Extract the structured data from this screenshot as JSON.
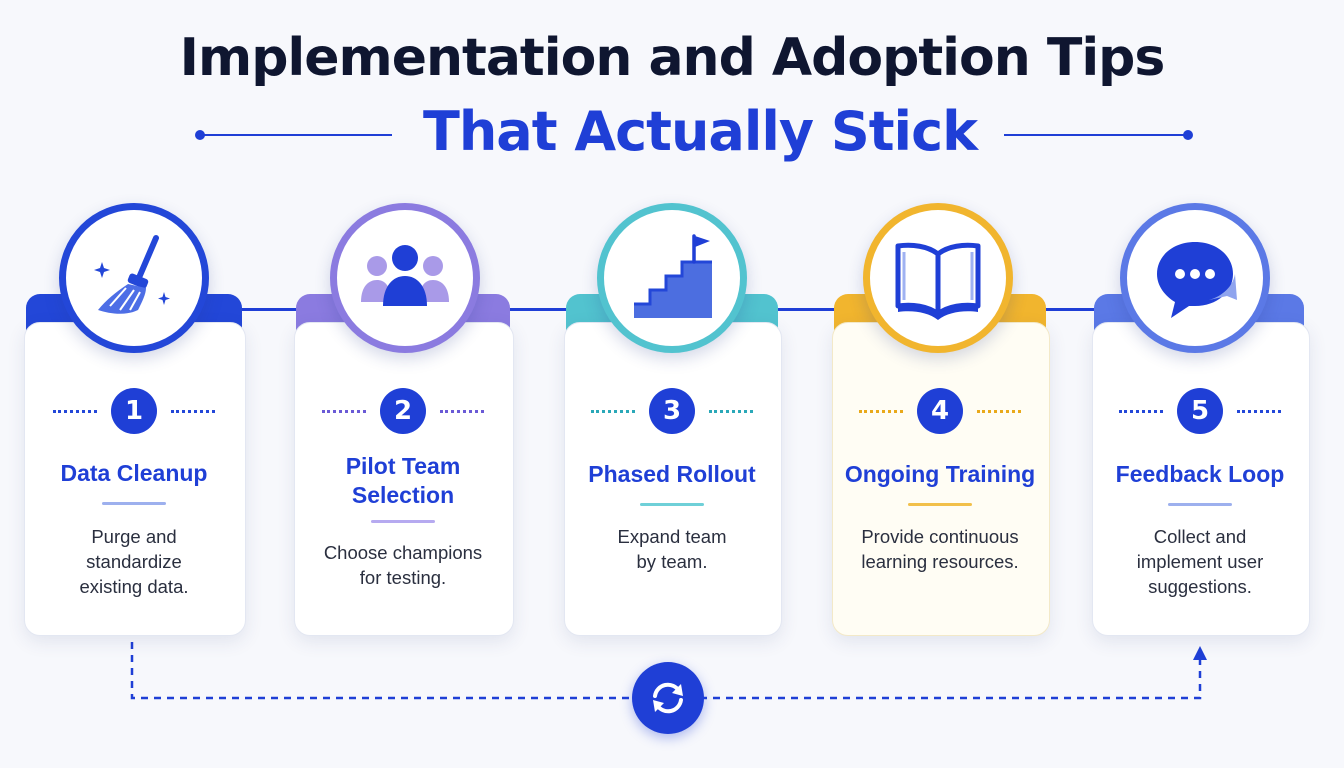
{
  "title": {
    "line1": "Implementation and Adoption Tips",
    "line2": "That Actually Stick"
  },
  "colors": {
    "primary": "#1f3fd6",
    "purple": "#8b7be0",
    "teal": "#52c3cf",
    "yellow": "#f1b52e",
    "blue_light": "#5b79e6",
    "heading": "#0f1630"
  },
  "steps": [
    {
      "number": "1",
      "title": "Data Cleanup",
      "description": "Purge and\nstandardize\nexisting data.",
      "icon": "broom-icon",
      "accent": "#2347d8"
    },
    {
      "number": "2",
      "title": "Pilot Team\nSelection",
      "description": "Choose champions\nfor testing.",
      "icon": "team-icon",
      "accent": "#8b7be0"
    },
    {
      "number": "3",
      "title": "Phased Rollout",
      "description": "Expand team\nby team.",
      "icon": "stairs-flag-icon",
      "accent": "#52c3cf"
    },
    {
      "number": "4",
      "title": "Ongoing Training",
      "description": "Provide continuous\nlearning resources.",
      "icon": "book-icon",
      "accent": "#f1b52e"
    },
    {
      "number": "5",
      "title": "Feedback Loop",
      "description": "Collect and\nimplement user\nsuggestions.",
      "icon": "chat-bubble-icon",
      "accent": "#5b79e6"
    }
  ],
  "loop_icon": "refresh-cycle-icon"
}
